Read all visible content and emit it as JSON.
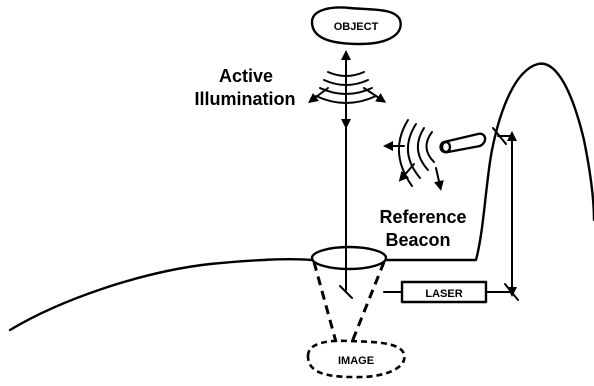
{
  "labels": {
    "object": "OBJECT",
    "active_illumination": [
      "Active",
      "Illumination"
    ],
    "reference_beacon": [
      "Reference",
      "Beacon"
    ],
    "laser": "LASER",
    "image": "IMAGE"
  }
}
